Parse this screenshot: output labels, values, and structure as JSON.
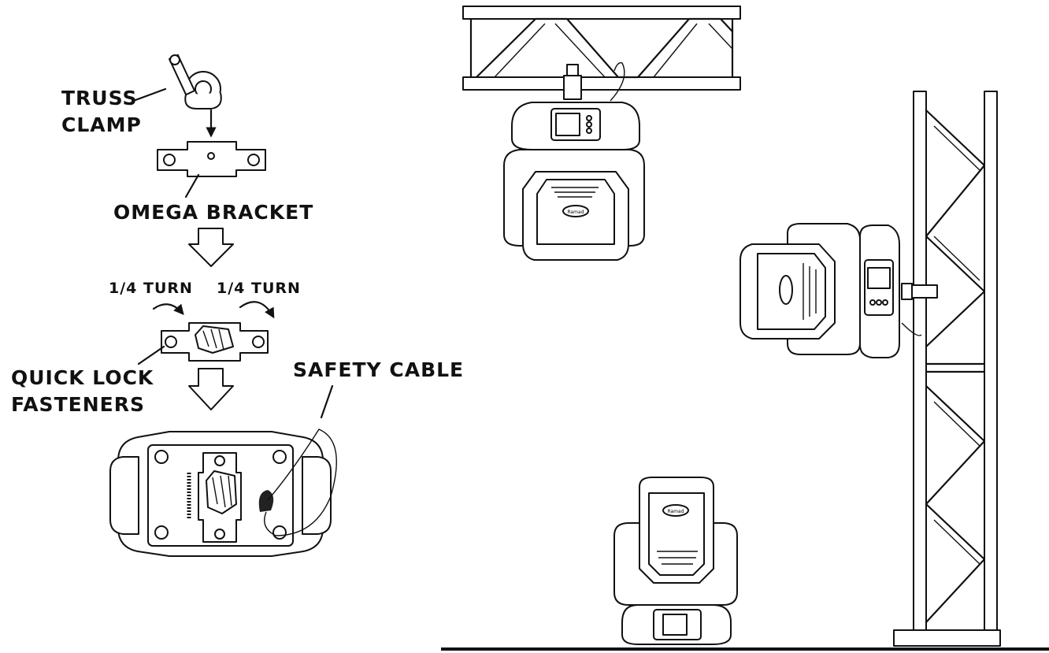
{
  "labels": {
    "truss_clamp_line1": "TRUSS",
    "truss_clamp_line2": "CLAMP",
    "omega_bracket": "OMEGA BRACKET",
    "quarter_turn_left": "1/4 TURN",
    "quarter_turn_right": "1/4 TURN",
    "quick_lock_line1": "QUICK LOCK",
    "quick_lock_line2": "FASTENERS",
    "safety_cable": "SAFETY CABLE"
  },
  "fixture_logo": "Ramad"
}
